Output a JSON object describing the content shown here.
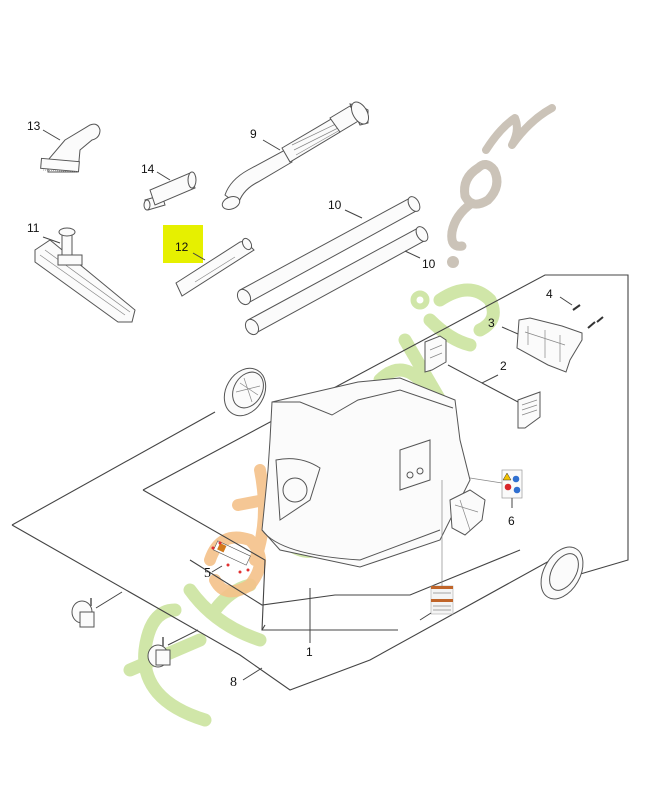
{
  "diagram": {
    "type": "exploded-parts-view",
    "subject": "wet/dry vacuum cleaner with accessories",
    "highlighted_part": "12",
    "highlight_color": "#e6f000",
    "watermark": {
      "text_part1": "foretjardin",
      "text_part2": ".com",
      "color_green": "#c8e29a",
      "color_orange": "#f5c28a",
      "color_grey": "#cbc3b8"
    }
  },
  "parts": [
    {
      "id": "1",
      "label": "1",
      "name": "container-body"
    },
    {
      "id": "2",
      "label": "2",
      "name": "side-clips"
    },
    {
      "id": "3",
      "label": "3",
      "name": "handle-bracket"
    },
    {
      "id": "4",
      "label": "4",
      "name": "screws"
    },
    {
      "id": "5",
      "label": "5",
      "name": "decal-label"
    },
    {
      "id": "6",
      "label": "6",
      "name": "warning-label"
    },
    {
      "id": "8",
      "label": "8",
      "name": "wheel-and-caster-set"
    },
    {
      "id": "9",
      "label": "9",
      "name": "suction-hose-handle"
    },
    {
      "id": "10a",
      "label": "10",
      "name": "extension-tube"
    },
    {
      "id": "10b",
      "label": "10",
      "name": "extension-tube"
    },
    {
      "id": "11",
      "label": "11",
      "name": "floor-nozzle"
    },
    {
      "id": "12",
      "label": "12",
      "name": "crevice-nozzle"
    },
    {
      "id": "13",
      "label": "13",
      "name": "upholstery-brush"
    },
    {
      "id": "14",
      "label": "14",
      "name": "adapter"
    }
  ],
  "labels": {
    "p1": "1",
    "p2": "2",
    "p3": "3",
    "p4": "4",
    "p5": "5",
    "p6": "6",
    "p8": "8",
    "p9": "9",
    "p10a": "10",
    "p10b": "10",
    "p11": "11",
    "p12": "12",
    "p13": "13",
    "p14": "14"
  }
}
